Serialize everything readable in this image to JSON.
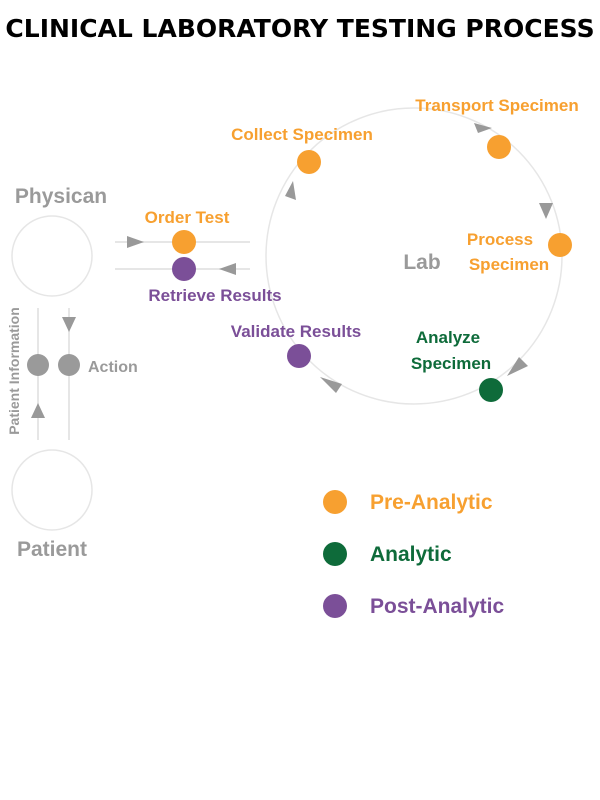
{
  "title": "CLINICAL LABORATORY TESTING PROCESS",
  "actors": {
    "physician": "Physican",
    "patient": "Patient",
    "side_label": "Patient Information",
    "action": "Action"
  },
  "lab_label": "Lab",
  "steps": {
    "order_test": "Order Test",
    "retrieve_results": "Retrieve Results",
    "collect_specimen": "Collect Specimen",
    "transport_specimen": "Transport Specimen",
    "process_specimen_1": "Process",
    "process_specimen_2": "Specimen",
    "analyze_specimen_1": "Analyze",
    "analyze_specimen_2": "Specimen",
    "validate_results": "Validate Results"
  },
  "legend": [
    {
      "label": "Pre-Analytic",
      "color": "#F7A030"
    },
    {
      "label": "Analytic",
      "color": "#0E6B3A"
    },
    {
      "label": "Post-Analytic",
      "color": "#7B4F98"
    }
  ],
  "colors": {
    "pre_analytic": "#F7A030",
    "analytic": "#0E6B3A",
    "post_analytic": "#7B4F98",
    "neutral": "#9A9A9A",
    "line": "#DDDDDD"
  }
}
